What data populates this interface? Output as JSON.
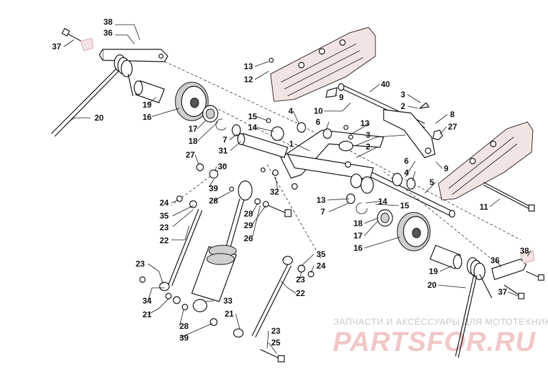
{
  "callouts": [
    {
      "id": "c38a",
      "label": "38"
    },
    {
      "id": "c36a",
      "label": "36"
    },
    {
      "id": "c37a",
      "label": "37"
    },
    {
      "id": "c20a",
      "label": "20"
    },
    {
      "id": "c19a",
      "label": "19"
    },
    {
      "id": "c16a",
      "label": "16"
    },
    {
      "id": "c13a",
      "label": "13"
    },
    {
      "id": "c12",
      "label": "12"
    },
    {
      "id": "c40",
      "label": "40"
    },
    {
      "id": "c3a",
      "label": "3"
    },
    {
      "id": "c2a",
      "label": "2"
    },
    {
      "id": "c9a",
      "label": "9"
    },
    {
      "id": "c10",
      "label": "10"
    },
    {
      "id": "c8",
      "label": "8"
    },
    {
      "id": "c27a",
      "label": "27"
    },
    {
      "id": "c15a",
      "label": "15"
    },
    {
      "id": "c4a",
      "label": "4"
    },
    {
      "id": "c14a",
      "label": "14"
    },
    {
      "id": "c6a",
      "label": "6"
    },
    {
      "id": "c13b",
      "label": "13"
    },
    {
      "id": "c17a",
      "label": "17"
    },
    {
      "id": "c7a",
      "label": "7"
    },
    {
      "id": "c18a",
      "label": "18"
    },
    {
      "id": "c31",
      "label": "31"
    },
    {
      "id": "c1",
      "label": "1"
    },
    {
      "id": "c3b",
      "label": "3"
    },
    {
      "id": "c2b",
      "label": "2"
    },
    {
      "id": "c27b",
      "label": "27"
    },
    {
      "id": "c30",
      "label": "30"
    },
    {
      "id": "c9b",
      "label": "9"
    },
    {
      "id": "c6b",
      "label": "6"
    },
    {
      "id": "c4b",
      "label": "4"
    },
    {
      "id": "c39a",
      "label": "39"
    },
    {
      "id": "c32",
      "label": "32"
    },
    {
      "id": "c5",
      "label": "5"
    },
    {
      "id": "c28a",
      "label": "28"
    },
    {
      "id": "c24a",
      "label": "24"
    },
    {
      "id": "c13c",
      "label": "13"
    },
    {
      "id": "c14b",
      "label": "14"
    },
    {
      "id": "c15b",
      "label": "15"
    },
    {
      "id": "c11",
      "label": "11"
    },
    {
      "id": "c35a",
      "label": "35"
    },
    {
      "id": "c28b",
      "label": "28"
    },
    {
      "id": "c7b",
      "label": "7"
    },
    {
      "id": "c23a",
      "label": "23"
    },
    {
      "id": "c29",
      "label": "29"
    },
    {
      "id": "c18b",
      "label": "18"
    },
    {
      "id": "c26",
      "label": "26"
    },
    {
      "id": "c22a",
      "label": "22"
    },
    {
      "id": "c17b",
      "label": "17"
    },
    {
      "id": "c16b",
      "label": "16"
    },
    {
      "id": "c35b",
      "label": "35"
    },
    {
      "id": "c38b",
      "label": "38"
    },
    {
      "id": "c23b",
      "label": "23"
    },
    {
      "id": "c24b",
      "label": "24"
    },
    {
      "id": "c36b",
      "label": "36"
    },
    {
      "id": "c19b",
      "label": "19"
    },
    {
      "id": "c23c",
      "label": "23"
    },
    {
      "id": "c22b",
      "label": "22"
    },
    {
      "id": "c20b",
      "label": "20"
    },
    {
      "id": "c34",
      "label": "34"
    },
    {
      "id": "c33",
      "label": "33"
    },
    {
      "id": "c21a",
      "label": "21"
    },
    {
      "id": "c37b",
      "label": "37"
    },
    {
      "id": "c28c",
      "label": "28"
    },
    {
      "id": "c21b",
      "label": "21"
    },
    {
      "id": "c39b",
      "label": "39"
    },
    {
      "id": "c23d",
      "label": "23"
    },
    {
      "id": "c25",
      "label": "25"
    }
  ],
  "watermark": {
    "tagline": "ЗАПЧАСТИ И АКСЕССУАРЫ ДЛЯ МОТОТЕХНИКИ",
    "brand": "PARTSFOR.RU"
  }
}
